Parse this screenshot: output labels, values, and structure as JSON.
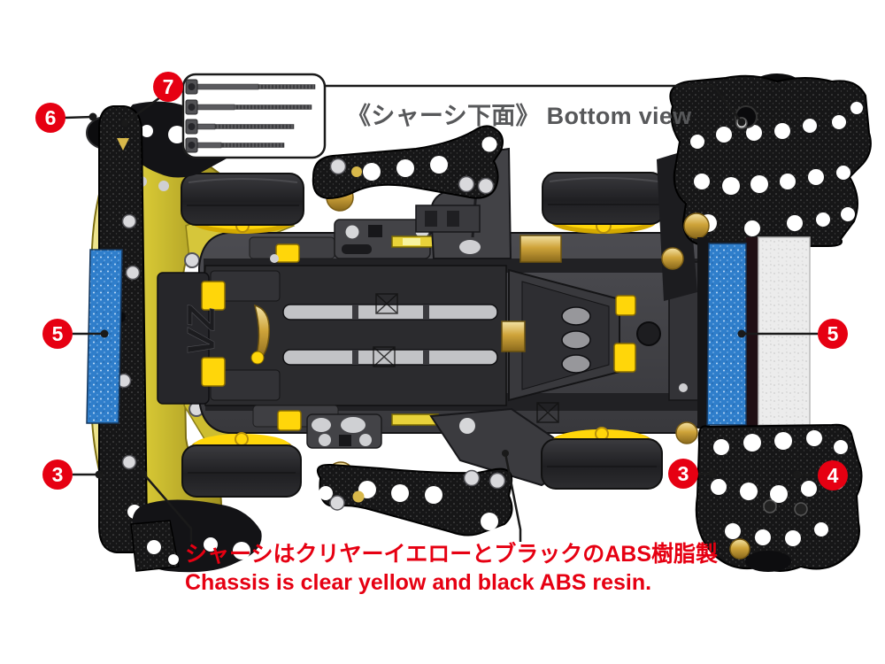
{
  "title": {
    "text": "《シャーシ下面》 Bottom view"
  },
  "caption": {
    "jp": "シャーシはクリヤーイエローとブラックのABS樹脂製",
    "en": "Chassis is clear yellow and black ABS resin."
  },
  "callouts": [
    {
      "number": "6"
    },
    {
      "number": "7"
    },
    {
      "number": "5"
    },
    {
      "number": "5"
    },
    {
      "number": "3"
    },
    {
      "number": "3"
    },
    {
      "number": "4"
    }
  ],
  "parts": {
    "screws_in_inset": 4,
    "wheel_count": 4,
    "vz_logo": "VZ"
  },
  "colors": {
    "background": "#ffffff",
    "accent_red": "#e60012",
    "title_gray": "#57585a",
    "sponge_blue": "#2f7ecb",
    "sponge_white": "#ececec",
    "clear_yellow": "#d3c433",
    "chassis_gray": "#3a3a3e",
    "carbon_black": "#161617",
    "hub_yellow": "#ffd60a",
    "gold": "#cfa43a"
  }
}
